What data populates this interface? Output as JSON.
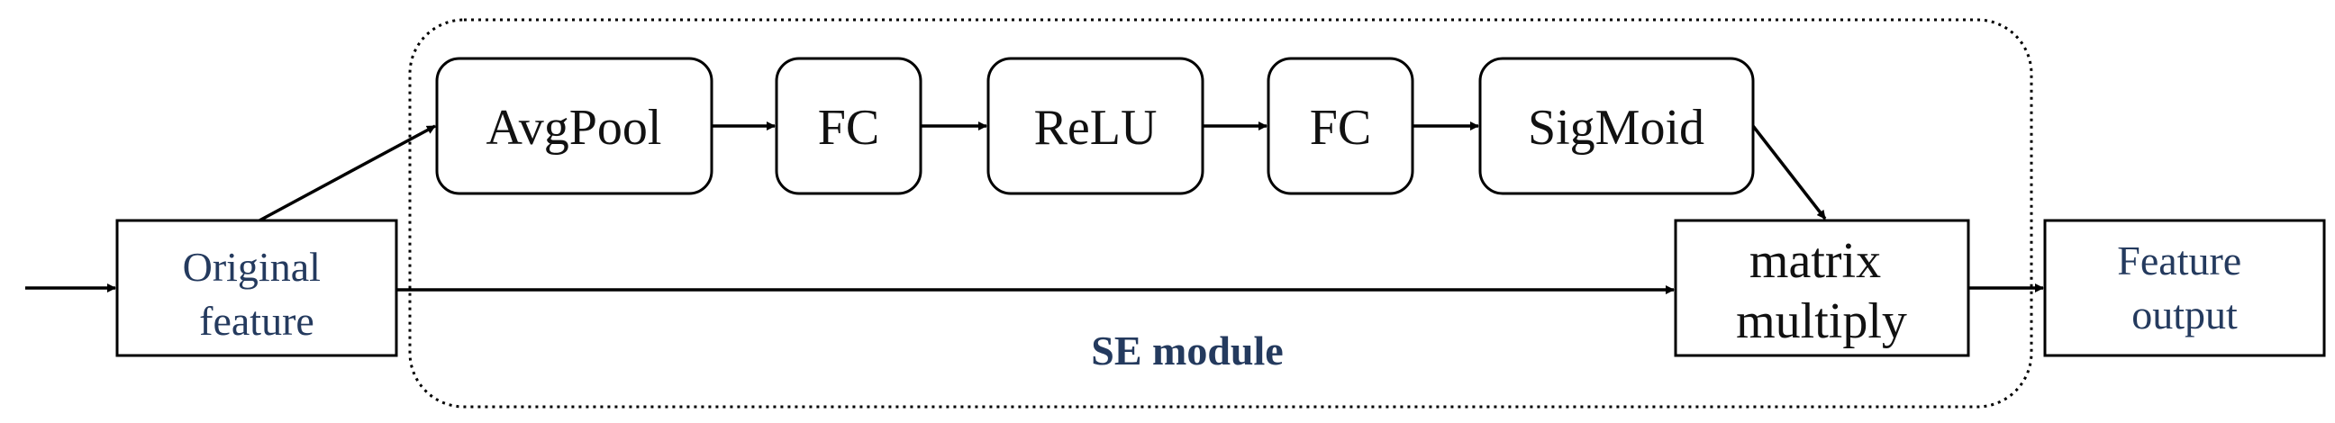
{
  "diagram": {
    "nodes": {
      "original_feature": {
        "lines": [
          "Original",
          "feature"
        ]
      },
      "avgpool": {
        "label": "AvgPool"
      },
      "fc_1": {
        "label": "FC"
      },
      "relu": {
        "label": "ReLU"
      },
      "fc_2": {
        "label": "FC"
      },
      "sigmoid": {
        "label": "SigMoid"
      },
      "matrix_multiply": {
        "lines": [
          "matrix",
          "multiply"
        ]
      },
      "feature_output": {
        "lines": [
          "Feature",
          "output"
        ]
      }
    },
    "group": {
      "label": "SE module",
      "style": "dotted"
    },
    "edges": [
      {
        "from": "input",
        "to": "original_feature"
      },
      {
        "from": "original_feature",
        "to": "avgpool"
      },
      {
        "from": "avgpool",
        "to": "fc_1"
      },
      {
        "from": "fc_1",
        "to": "relu"
      },
      {
        "from": "relu",
        "to": "fc_2"
      },
      {
        "from": "fc_2",
        "to": "sigmoid"
      },
      {
        "from": "sigmoid",
        "to": "matrix_multiply"
      },
      {
        "from": "original_feature",
        "to": "matrix_multiply"
      },
      {
        "from": "matrix_multiply",
        "to": "feature_output"
      }
    ],
    "colors": {
      "stroke": "#000000",
      "text_blue": "#243a5e",
      "text_black": "#111111"
    }
  }
}
